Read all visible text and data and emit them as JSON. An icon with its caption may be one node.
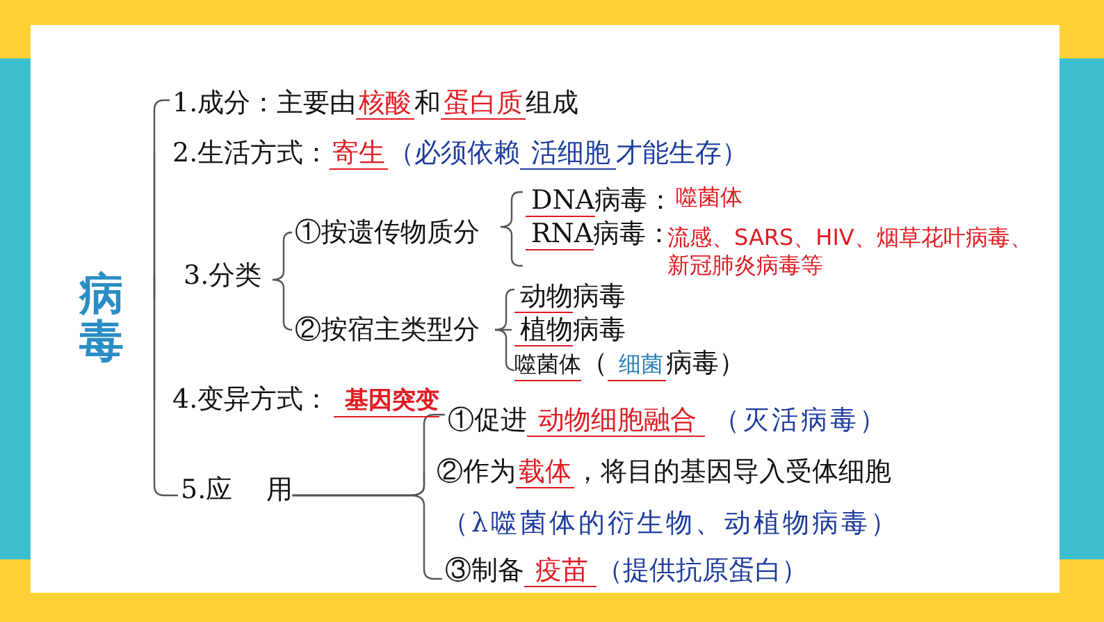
{
  "diagram": {
    "nodes": [
      {
        "text": [
          "病毒"
        ]
      },
      {
        "text": [
          "1.成分：主要由",
          "核酸",
          "和",
          "蛋白质",
          "组成"
        ]
      },
      {
        "text": [
          "2.生活方式：",
          "寄生",
          "（必须依赖",
          "活细胞",
          "才能生存）"
        ]
      },
      {
        "text": [
          "3.分类"
        ]
      },
      {
        "text": [
          "①按遗传物质分"
        ]
      },
      {
        "text": [
          "②按宿主类型分"
        ]
      },
      {
        "text": [
          "DNA",
          "病毒："
        ],
        "beside": [
          "噬菌体"
        ]
      },
      {
        "text": [
          "RNA",
          "病毒："
        ],
        "beside": [
          "流感、SARS、HIV、烟草花叶病毒、新冠肺炎病毒等"
        ]
      },
      {
        "text": [
          "动物",
          "病毒"
        ]
      },
      {
        "text": [
          "植物",
          "病毒"
        ]
      },
      {
        "text": [
          "噬菌体",
          "（",
          "细菌",
          "病毒）"
        ]
      },
      {
        "text": [
          "4.变异方式：",
          "基因突变"
        ]
      },
      {
        "text": [
          "5.应    用"
        ]
      },
      {
        "text": [
          "①促进",
          "动物细胞融合",
          "（灭活病毒）"
        ]
      },
      {
        "text": [
          "②作为",
          "载体",
          "，将目的基因导入受体细胞"
        ],
        "beside": [
          "（λ噬菌体的衍生物、动植物病毒）"
        ]
      },
      {
        "text": [
          "③制备",
          "疫苗",
          "（提供抗原蛋白）"
        ]
      }
    ],
    "edges": [
      {
        "from": 0,
        "to": 1,
        "arrow": "none"
      },
      {
        "from": 0,
        "to": 2,
        "arrow": "none"
      },
      {
        "from": 0,
        "to": 3,
        "arrow": "none"
      },
      {
        "from": 0,
        "to": 11,
        "arrow": "none"
      },
      {
        "from": 0,
        "to": 12,
        "arrow": "none"
      },
      {
        "from": 3,
        "to": 4,
        "arrow": "none"
      },
      {
        "from": 3,
        "to": 5,
        "arrow": "none"
      },
      {
        "from": 4,
        "to": 6,
        "arrow": "none"
      },
      {
        "from": 4,
        "to": 7,
        "arrow": "none"
      },
      {
        "from": 5,
        "to": 8,
        "arrow": "none"
      },
      {
        "from": 5,
        "to": 9,
        "arrow": "none"
      },
      {
        "from": 5,
        "to": 10,
        "arrow": "none"
      },
      {
        "from": 12,
        "to": 13,
        "arrow": "none"
      },
      {
        "from": 12,
        "to": 14,
        "arrow": "none"
      },
      {
        "from": 12,
        "to": 15,
        "arrow": "none"
      }
    ]
  }
}
